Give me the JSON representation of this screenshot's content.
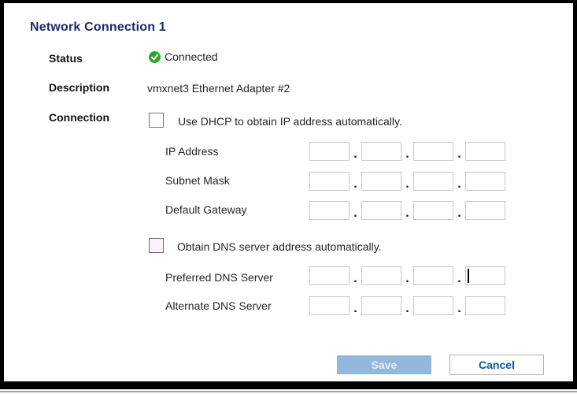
{
  "ui": {
    "octet_separator": "."
  },
  "title": "Network Connection 1",
  "status": {
    "label": "Status",
    "value": "Connected",
    "icon": "check-circle-green"
  },
  "description": {
    "label": "Description",
    "value": "vmxnet3 Ethernet Adapter #2"
  },
  "connection": {
    "label": "Connection",
    "dhcp": {
      "label": "Use DHCP to obtain IP address automatically.",
      "checked": false
    },
    "ip_rows": [
      {
        "label": "IP Address",
        "octets": [
          "",
          "",
          "",
          ""
        ]
      },
      {
        "label": "Subnet Mask",
        "octets": [
          "",
          "",
          "",
          ""
        ]
      },
      {
        "label": "Default Gateway",
        "octets": [
          "",
          "",
          "",
          ""
        ]
      }
    ],
    "dns": {
      "label": "Obtain DNS server address automatically.",
      "checked": false
    },
    "dns_rows": [
      {
        "label": "Preferred DNS Server",
        "octets": [
          "",
          "",
          "",
          ""
        ],
        "focused_octet_index": 3
      },
      {
        "label": "Alternate DNS Server",
        "octets": [
          "",
          "",
          "",
          ""
        ]
      }
    ]
  },
  "buttons": {
    "save": {
      "label": "Save",
      "enabled": false
    },
    "cancel": {
      "label": "Cancel",
      "enabled": true
    }
  },
  "colors": {
    "title_text": "#20276e",
    "status_green": "#2da52d",
    "save_button_bg": "#92b7da",
    "save_button_text": "#e9edf2",
    "cancel_button_text": "#0a58a5",
    "field_border": "#c8c8c8",
    "frame": "#000000"
  }
}
